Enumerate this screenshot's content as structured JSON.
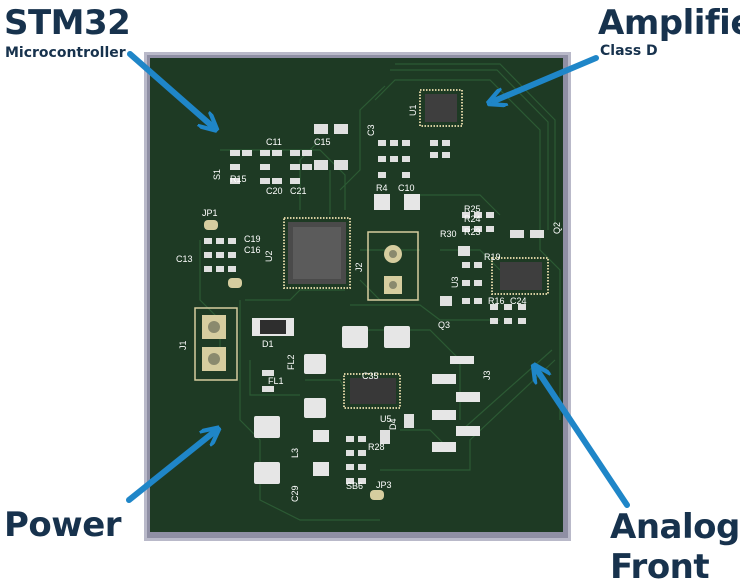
{
  "labels": {
    "stm32": {
      "title": "STM32",
      "subtitle": "Microcontroller"
    },
    "amplifier": {
      "title": "Amplifier",
      "subtitle": "Class D"
    },
    "power": {
      "title": "Power"
    },
    "analog": {
      "line1": "Analog",
      "line2": "Front"
    }
  },
  "silkscreen": {
    "ic_u1": "U1",
    "ic_u2": "U2",
    "ic_u3": "U3",
    "ic_u5": "U5",
    "s1": "S1",
    "jp1": "JP1",
    "jp3": "JP3",
    "j1": "J1",
    "j2": "J2",
    "j3": "J3",
    "c11": "C11",
    "c15": "C15",
    "c20": "C20",
    "c21": "C21",
    "c19": "C19",
    "c16": "C16",
    "c13": "C13",
    "c3": "C3",
    "c10": "C10",
    "c29": "C29",
    "c35": "C35",
    "c24": "C24",
    "r4": "R4",
    "r15": "R15",
    "r25": "R25",
    "r24": "R24",
    "r23": "R23",
    "r30": "R30",
    "r19": "R19",
    "r16": "R16",
    "r28": "R28",
    "q2": "Q2",
    "q3": "Q3",
    "d1": "D1",
    "d4": "D4",
    "fl1": "FL1",
    "fl2": "FL2",
    "l3": "L3",
    "sb6": "SB6"
  },
  "colors": {
    "pcb": "#1e3a24",
    "frame": "#b9b9c9",
    "trace": "#2c5a34",
    "copper": "#d6cd9f",
    "arrow": "#1f86c8",
    "label": "#17324d"
  }
}
